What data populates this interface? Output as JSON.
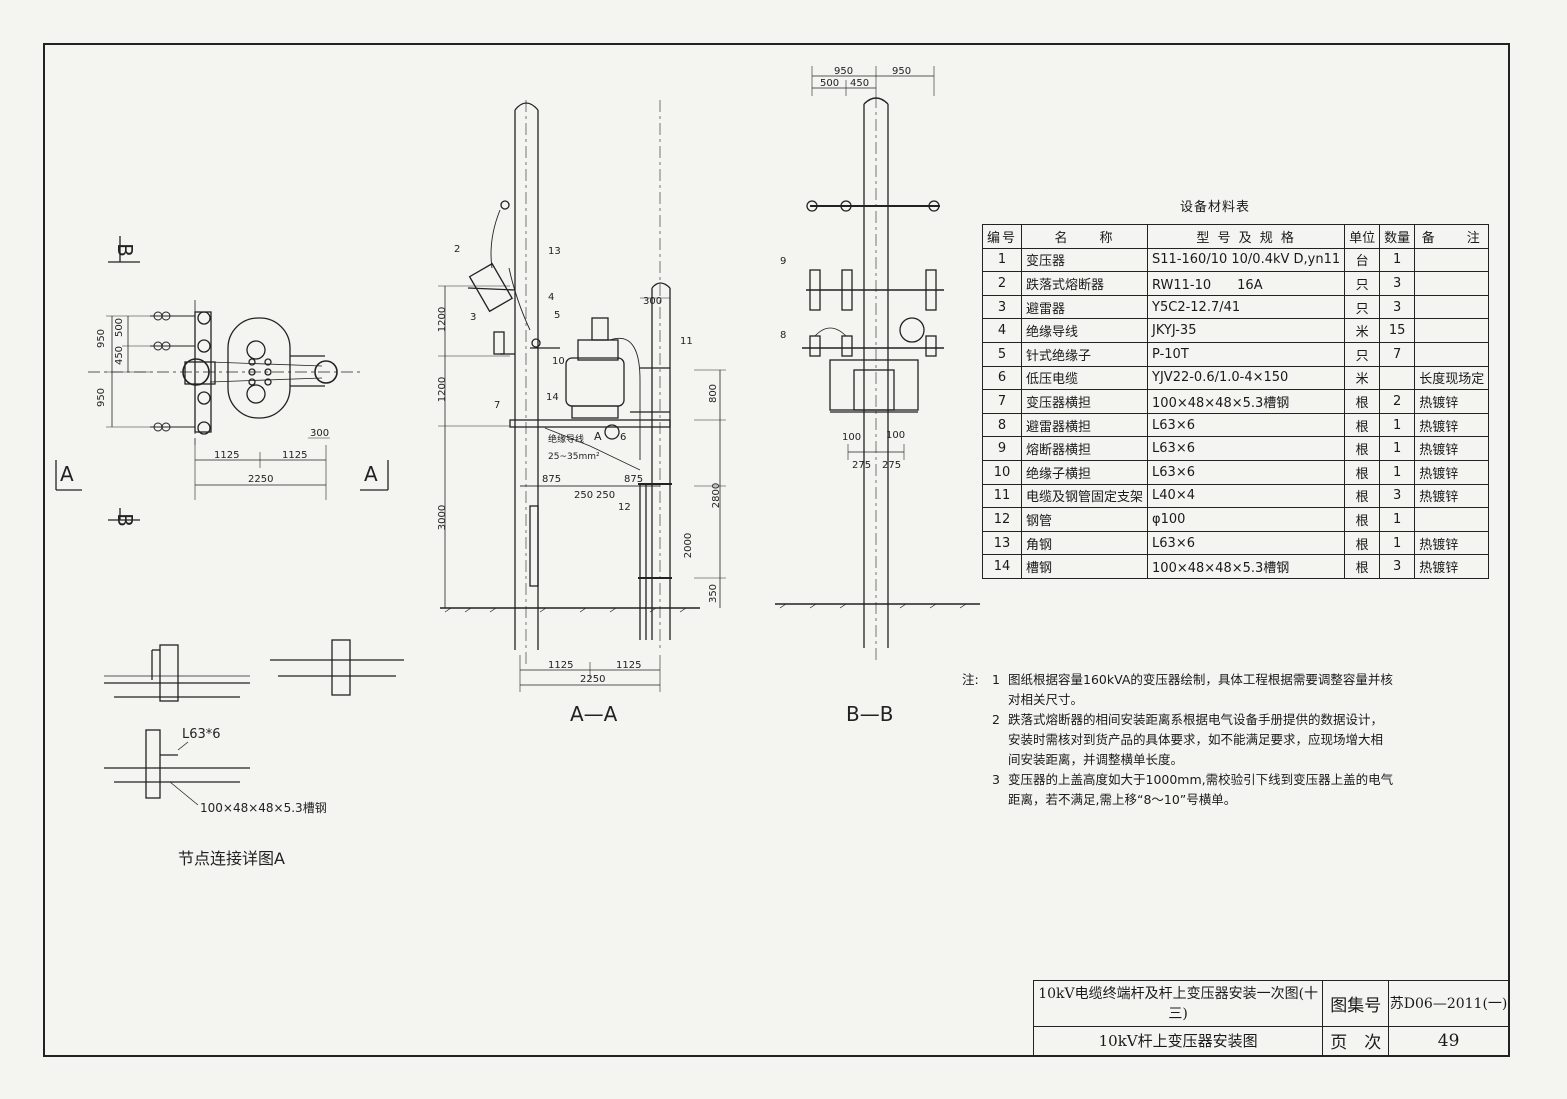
{
  "views": {
    "plan": {
      "section_a": "A",
      "section_b": "B",
      "dim_950_top": "950",
      "dim_500": "500",
      "dim_450": "450",
      "dim_950_bottom": "950",
      "dim_300": "300",
      "dim_1125_left": "1125",
      "dim_1125_right": "1125",
      "dim_2250": "2250"
    },
    "aa": {
      "title": "A—A",
      "dims": [
        "1200",
        "1200",
        "3000",
        "800",
        "2800",
        "2000",
        "350",
        "300",
        "875",
        "250",
        "250",
        "875",
        "1125",
        "1125",
        "2250"
      ],
      "callouts": [
        "2",
        "13",
        "3",
        "4",
        "5",
        "10",
        "11",
        "14",
        "7",
        "6",
        "12"
      ],
      "note_conductor": "绝缘导线",
      "note_section": "25~35mm²",
      "mark_a": "A"
    },
    "bb": {
      "title": "B—B",
      "dims": [
        "950",
        "950",
        "500",
        "450",
        "100",
        "100",
        "275",
        "275"
      ],
      "callouts": [
        "9",
        "8"
      ]
    },
    "detail": {
      "title": "节点连接详图A",
      "angle_label": "L63*6",
      "channel_label": "100×48×48×5.3槽钢"
    }
  },
  "materials": {
    "title": "设备材料表",
    "headers": [
      "编号",
      "名　　称",
      "型 号 及 规 格",
      "单位",
      "数量",
      "备　　注"
    ],
    "rows": [
      [
        "1",
        "变压器",
        "S11-160/10 10/0.4kV D,yn11",
        "台",
        "1",
        ""
      ],
      [
        "2",
        "跌落式熔断器",
        "RW11-10　　16A",
        "只",
        "3",
        ""
      ],
      [
        "3",
        "避雷器",
        "Y5C2-12.7/41",
        "只",
        "3",
        ""
      ],
      [
        "4",
        "绝缘导线",
        "JKYJ-35",
        "米",
        "15",
        ""
      ],
      [
        "5",
        "针式绝缘子",
        "P-10T",
        "只",
        "7",
        ""
      ],
      [
        "6",
        "低压电缆",
        "YJV22-0.6/1.0-4×150",
        "米",
        "",
        "长度现场定"
      ],
      [
        "7",
        "变压器横担",
        "100×48×48×5.3槽钢",
        "根",
        "2",
        "热镀锌"
      ],
      [
        "8",
        "避雷器横担",
        "L63×6",
        "根",
        "1",
        "热镀锌"
      ],
      [
        "9",
        "熔断器横担",
        "L63×6",
        "根",
        "1",
        "热镀锌"
      ],
      [
        "10",
        "绝缘子横担",
        "L63×6",
        "根",
        "1",
        "热镀锌"
      ],
      [
        "11",
        "电缆及钢管固定支架",
        "L40×4",
        "根",
        "3",
        "热镀锌"
      ],
      [
        "12",
        "钢管",
        "φ100",
        "根",
        "1",
        ""
      ],
      [
        "13",
        "角钢",
        "L63×6",
        "根",
        "1",
        "热镀锌"
      ],
      [
        "14",
        "槽钢",
        "100×48×48×5.3槽钢",
        "根",
        "3",
        "热镀锌"
      ]
    ]
  },
  "notes": {
    "prefix": "注:",
    "items": [
      {
        "num": "1",
        "lines": [
          "图纸根据容量160kVA的变压器绘制，具体工程根据需要调整容量并核",
          "对相关尺寸。"
        ]
      },
      {
        "num": "2",
        "lines": [
          "跌落式熔断器的相间安装距离系根据电气设备手册提供的数据设计，",
          "安装时需核对到货产品的具体要求，如不能满足要求，应现场增大相",
          "间安装距离，并调整横单长度。"
        ]
      },
      {
        "num": "3",
        "lines": [
          "变压器的上盖高度如大于1000mm,需校验引下线到变压器上盖的电气",
          "距离，若不满足,需上移“8～10”号横单。"
        ]
      }
    ]
  },
  "title_block": {
    "main_title": "10kV电缆终端杆及杆上变压器安装一次图(十三)",
    "sub_title": "10kV杆上变压器安装图",
    "atlas_label": "图集号",
    "atlas_value": "苏D06—2011(一)",
    "page_label": "页　次",
    "page_value": "49"
  }
}
